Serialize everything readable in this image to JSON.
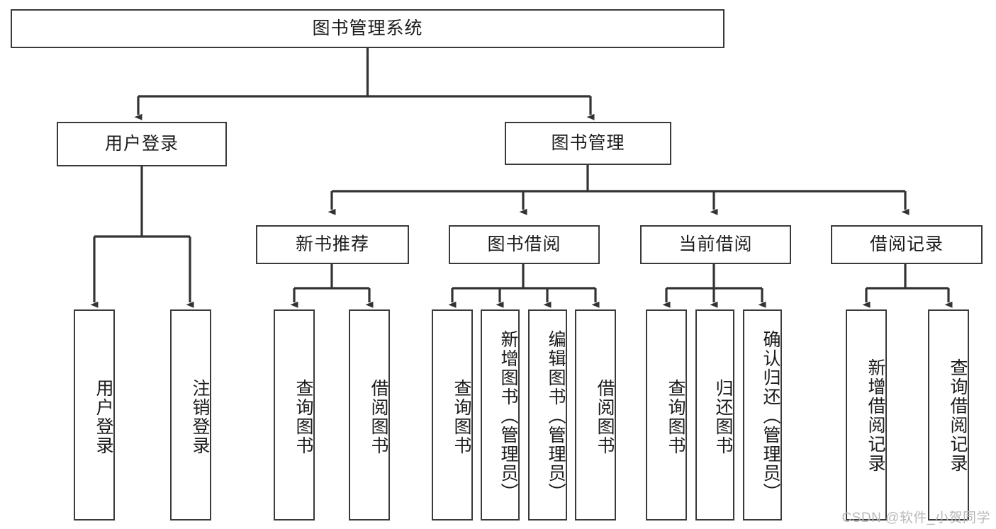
{
  "diagram": {
    "title": "图书管理系统",
    "type": "hierarchy-tree",
    "colors": {
      "box_border": "#3a3a3a",
      "box_fill": "#ffffff",
      "connector": "#333333",
      "text": "#1b1b1b",
      "watermark": "#b9b9b9",
      "background": "#ffffff"
    },
    "root": {
      "label": "图书管理系统"
    },
    "level2": [
      {
        "label": "用户登录"
      },
      {
        "label": "图书管理"
      }
    ],
    "level3": [
      {
        "label": "新书推荐"
      },
      {
        "label": "图书借阅"
      },
      {
        "label": "当前借阅"
      },
      {
        "label": "借阅记录"
      }
    ],
    "leaves": {
      "user_login": [
        {
          "label": "用户登录"
        },
        {
          "label": "注销登录"
        }
      ],
      "new_book_recommend": [
        {
          "label": "查询图书"
        },
        {
          "label": "借阅图书"
        }
      ],
      "book_borrow": [
        {
          "label": "查询图书"
        },
        {
          "label": "新增图书（管理员）"
        },
        {
          "label": "编辑图书（管理员）"
        },
        {
          "label": "借阅图书"
        }
      ],
      "current_borrow": [
        {
          "label": "查询图书"
        },
        {
          "label": "归还图书"
        },
        {
          "label": "确认归还（管理员）"
        }
      ],
      "borrow_record": [
        {
          "label": "新增借阅记录"
        },
        {
          "label": "查询借阅记录"
        }
      ]
    }
  },
  "watermark": {
    "text": "CSDN @软件_小贺同学"
  }
}
